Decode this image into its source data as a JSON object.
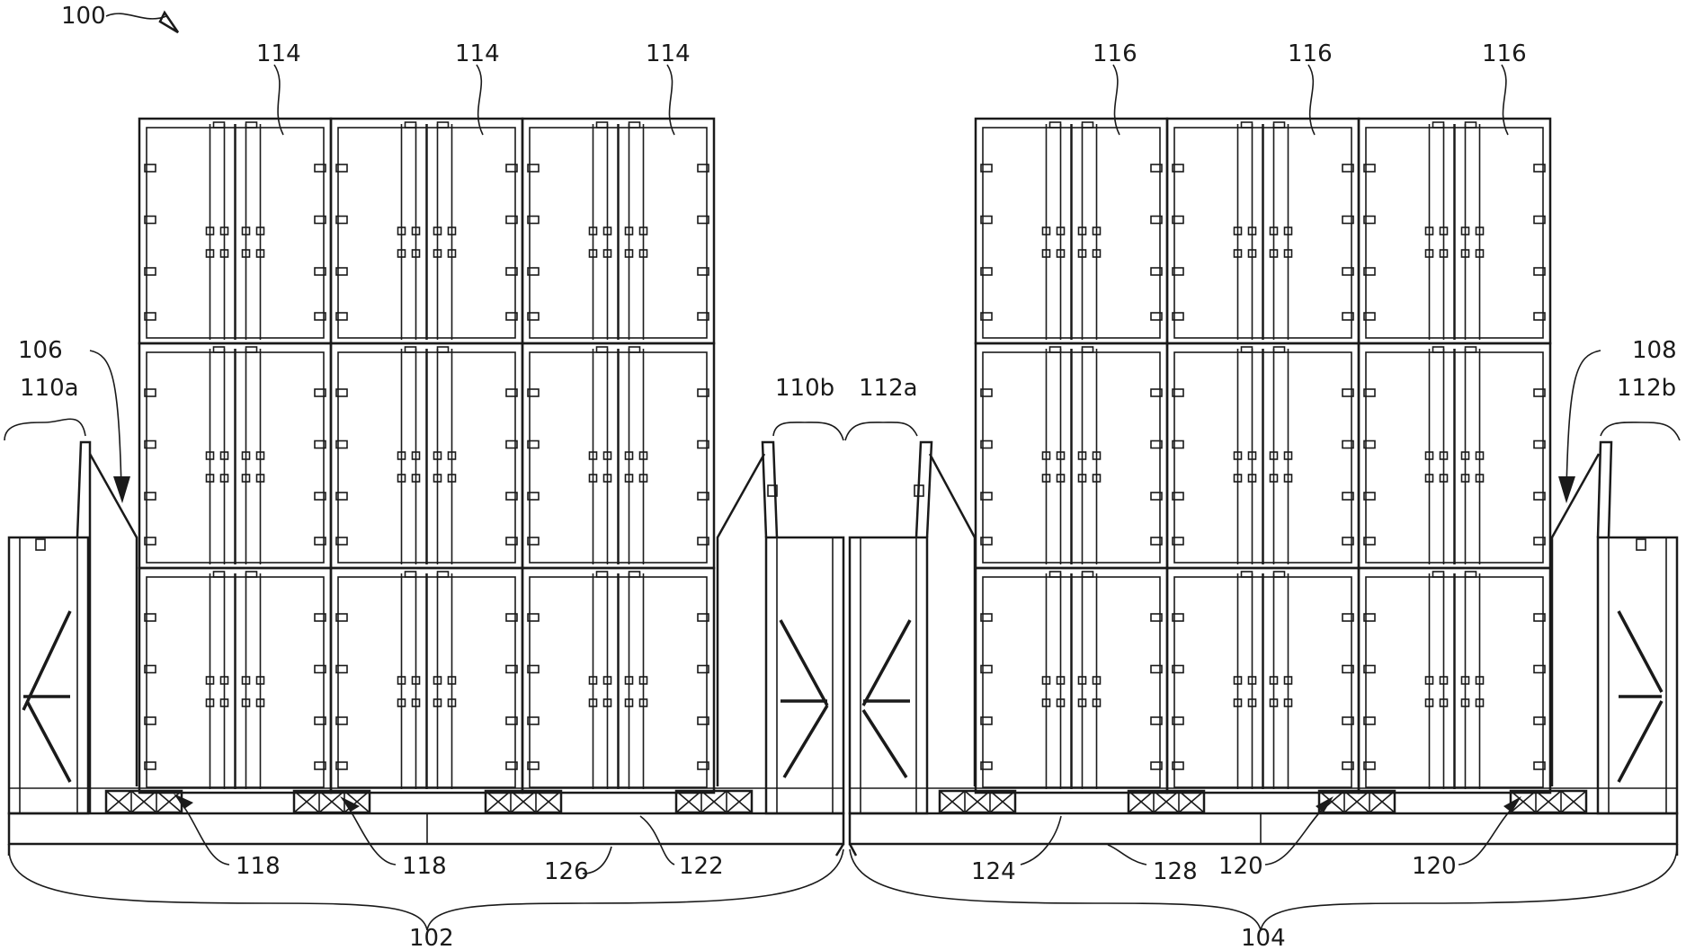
{
  "labels": {
    "figure_ref": "100",
    "container_top_left": [
      "114",
      "114",
      "114"
    ],
    "container_top_right": [
      "116",
      "116",
      "116"
    ],
    "left_ref": "106",
    "right_ref": "108",
    "lash_110a": "110a",
    "lash_110b": "110b",
    "lash_112a": "112a",
    "lash_112b": "112b",
    "base_118_a": "118",
    "base_118_b": "118",
    "deck_126": "126",
    "deck_122": "122",
    "deck_124": "124",
    "deck_128": "128",
    "base_120_a": "120",
    "base_120_b": "120",
    "assembly_102": "102",
    "assembly_104": "104"
  },
  "colors": {
    "ink": "#1a1a1a",
    "paper": "#ffffff"
  },
  "structure": {
    "container_columns_per_bay": 3,
    "container_rows_per_bay": 3,
    "bays": 2
  }
}
